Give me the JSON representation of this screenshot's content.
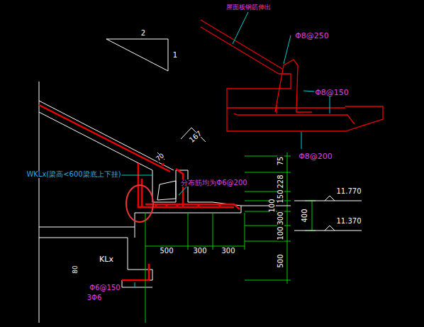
{
  "diagram": {
    "labels": [
      "2",
      "1",
      "屋面板钢筋伸出",
      "Φ8@250",
      "Φ8@150",
      "Φ8@200",
      "167",
      "70",
      "WKLx(梁高<600梁底上下挂)",
      "分布筋均为Φ6@200",
      "75",
      "228",
      "150",
      "100",
      "300",
      "100",
      "400",
      "500",
      "11.770",
      "11.370",
      "500",
      "300",
      "300",
      "KLx",
      "80",
      "Φ6@150",
      "3Φ6"
    ]
  }
}
